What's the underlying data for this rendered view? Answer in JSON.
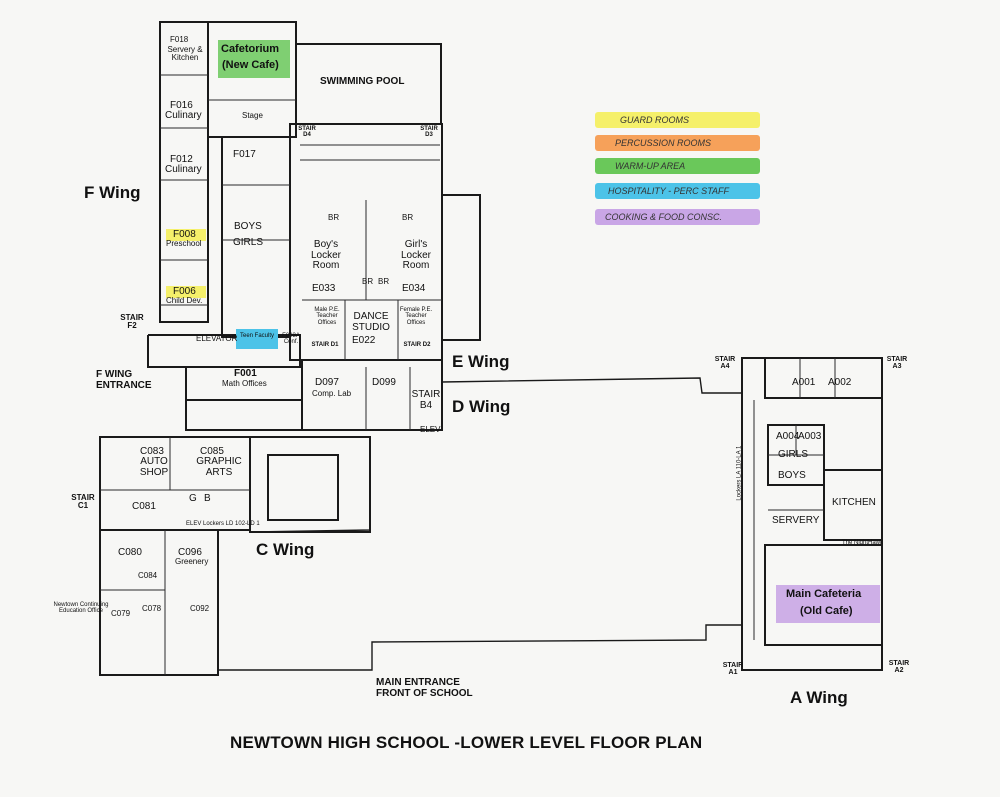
{
  "title": "NEWTOWN HIGH SCHOOL -LOWER LEVEL FLOOR  PLAN",
  "colors": {
    "guard": "#f5f06a",
    "percussion": "#f6a15a",
    "warmup": "#6ac85a",
    "hospitality": "#4cc3e8",
    "cooking": "#c9a6e6"
  },
  "legend": [
    {
      "label": "GUARD ROOMS",
      "color": "#f5f06a"
    },
    {
      "label": "PERCUSSION ROOMS",
      "color": "#f6a15a"
    },
    {
      "label": "WARM-UP AREA",
      "color": "#6ac85a"
    },
    {
      "label": "HOSPITALITY - PERC STAFF",
      "color": "#4cc3e8"
    },
    {
      "label": "COOKING & FOOD CONSC.",
      "color": "#c9a6e6"
    }
  ],
  "wings": {
    "f": "F Wing",
    "e": "E Wing",
    "d": "D Wing",
    "c": "C Wing",
    "a": "A Wing"
  },
  "rooms": {
    "f018": "F018",
    "servery_kitchen": "Servery & Kitchen",
    "cafetorium": "Cafetorium",
    "new_cafe": "(New Cafe)",
    "swimming_pool": "SWIMMING POOL",
    "stage": "Stage",
    "f016": "F016",
    "culinary1": "Culinary",
    "f012": "F012",
    "culinary2": "Culinary",
    "f017": "F017",
    "f008": "F008",
    "preschool": "Preschool",
    "f006": "F006",
    "child_dev": "Child Dev.",
    "boys": "BOYS",
    "girls": "GIRLS",
    "br": "BR",
    "boys_locker": "Boy's Locker Room",
    "e033": "E033",
    "girls_locker": "Girl's Locker Room",
    "e034": "E034",
    "male_pe": "Male P.E. Teacher Offices",
    "female_pe": "Female P.E. Teacher Offices",
    "dance_studio": "DANCE STUDIO",
    "e022": "E022",
    "elevator": "ELEVATOR",
    "teen_faculty": "Teen Faculty",
    "conf": "F003A Conf.",
    "f001": "F001",
    "math_offices": "Math Offices",
    "d097": "D097",
    "comp_lab": "Comp. Lab",
    "d099": "D099",
    "elev": "ELEV",
    "c083": "C083",
    "auto_shop": "AUTO SHOP",
    "c085": "C085",
    "graphic_arts": "GRAPHIC ARTS",
    "c081": "C081",
    "g": "G",
    "b": "B",
    "elev_lockers": "ELEV  Lockers LD 102-LD 1",
    "c080": "C080",
    "c084": "C084",
    "c096": "C096",
    "greenery": "Greenery",
    "c079": "C079",
    "c078": "C078",
    "c092": "C092",
    "continuing_ed": "Newtown Continuing Education Office",
    "a001": "A001",
    "a002": "A002",
    "a004": "A004",
    "a003": "A003",
    "a_girls": "GIRLS",
    "a_boys": "BOYS",
    "kitchen": "KITCHEN",
    "servery": "SERVERY",
    "nighthawk": "The NightHawk",
    "main_cafeteria": "Main Cafeteria",
    "old_cafe": "(Old Cafe)",
    "lockers_a": "Lockers LA 110-LA 1",
    "f_wing_entrance": "F WING ENTRANCE",
    "main_entrance": "MAIN ENTRANCE FRONT OF SCHOOL"
  },
  "stairs": {
    "d4": "STAIR D4",
    "d3": "STAIR D3",
    "f2": "STAIR F2",
    "d1": "STAIR D1",
    "d2": "STAIR D2",
    "b4": "STAIR B4",
    "c1": "STAIR C1",
    "a4": "STAIR A4",
    "a3": "STAIR A3",
    "a1": "STAIR A1",
    "a2": "STAIR A2"
  }
}
